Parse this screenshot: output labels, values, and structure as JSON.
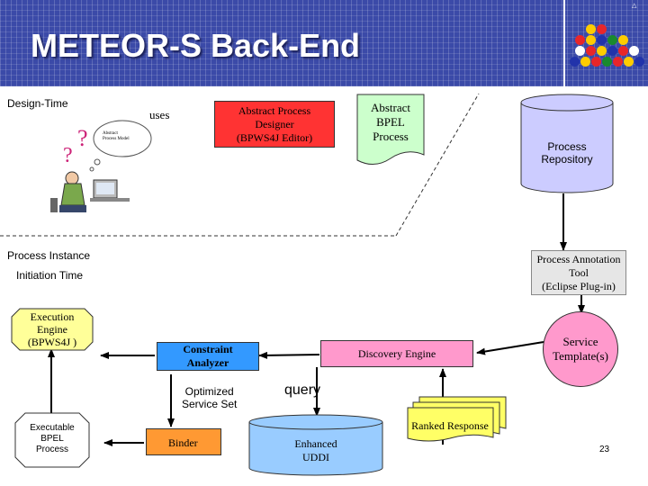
{
  "slide": {
    "title": "METEOR-S Back-End",
    "logo_text": "△",
    "page_number": "23"
  },
  "phases": {
    "design_time": "Design-Time",
    "instance_line1": "Process Instance",
    "instance_line2": "Initiation Time"
  },
  "diagram": {
    "uses": "uses",
    "designer": "Abstract Process\nDesigner\n(BPWS4J Editor)",
    "abstract_bpel": "Abstract\nBPEL\nProcess",
    "repository": "Process\nRepository",
    "annotation_tool": "Process Annotation\nTool\n(Eclipse Plug-in)",
    "service_templates": "Service\nTemplate(s)",
    "discovery_engine": "Discovery Engine",
    "constraint_analyzer": "Constraint\nAnalyzer",
    "optimized_set": "Optimized\nService Set",
    "query": "query",
    "ranked_response": "Ranked Response",
    "enhanced_uddi": "Enhanced\nUDDI",
    "binder": "Binder",
    "execution_engine": "Execution\nEngine\n(BPWS4J )",
    "executable_bpel": "Executable\nBPEL\nProcess",
    "clipart_caption": "Abstract\nProcess Model"
  },
  "colors": {
    "banner": "#3b4aa8",
    "designer_fill": "#ff3333",
    "bpel_fill": "#ccffcc",
    "repository_fill": "#ccccff",
    "annotation_fill": "#e6e6e6",
    "template_fill": "#ff99cc",
    "discovery_fill": "#ff99cc",
    "constraint_fill": "#3399ff",
    "uddi_fill": "#99ccff",
    "ranked_fill": "#ffff66",
    "binder_fill": "#ff9933",
    "engine_fill": "#ffff99",
    "executable_fill": "#ffffff"
  }
}
